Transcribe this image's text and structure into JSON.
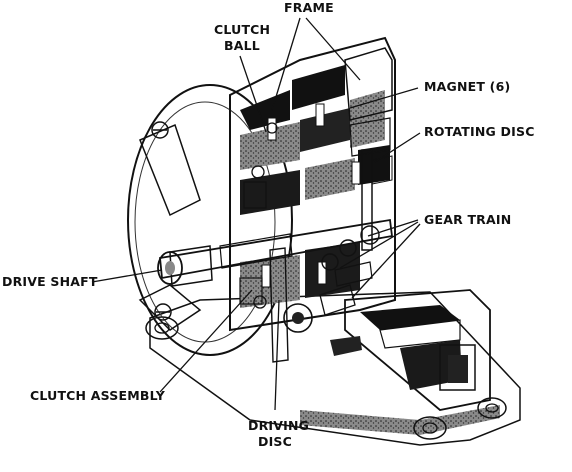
{
  "labels": {
    "frame": "FRAME",
    "clutch_ball_line1": "CLUTCH",
    "clutch_ball_line2": "BALL",
    "magnet": "MAGNET (6)",
    "rotating_disc": "ROTATING DISC",
    "gear_train": "GEAR TRAIN",
    "drive_shaft": "DRIVE SHAFT",
    "clutch_assembly": "CLUTCH ASSEMBLY",
    "driving_disc_line1": "DRIVING",
    "driving_disc_line2": "DISC"
  },
  "colors": {
    "ink": "#111111",
    "casting": "#bdbdbd",
    "casting_dark": "#6e6e6e",
    "paper": "#ffffff"
  }
}
